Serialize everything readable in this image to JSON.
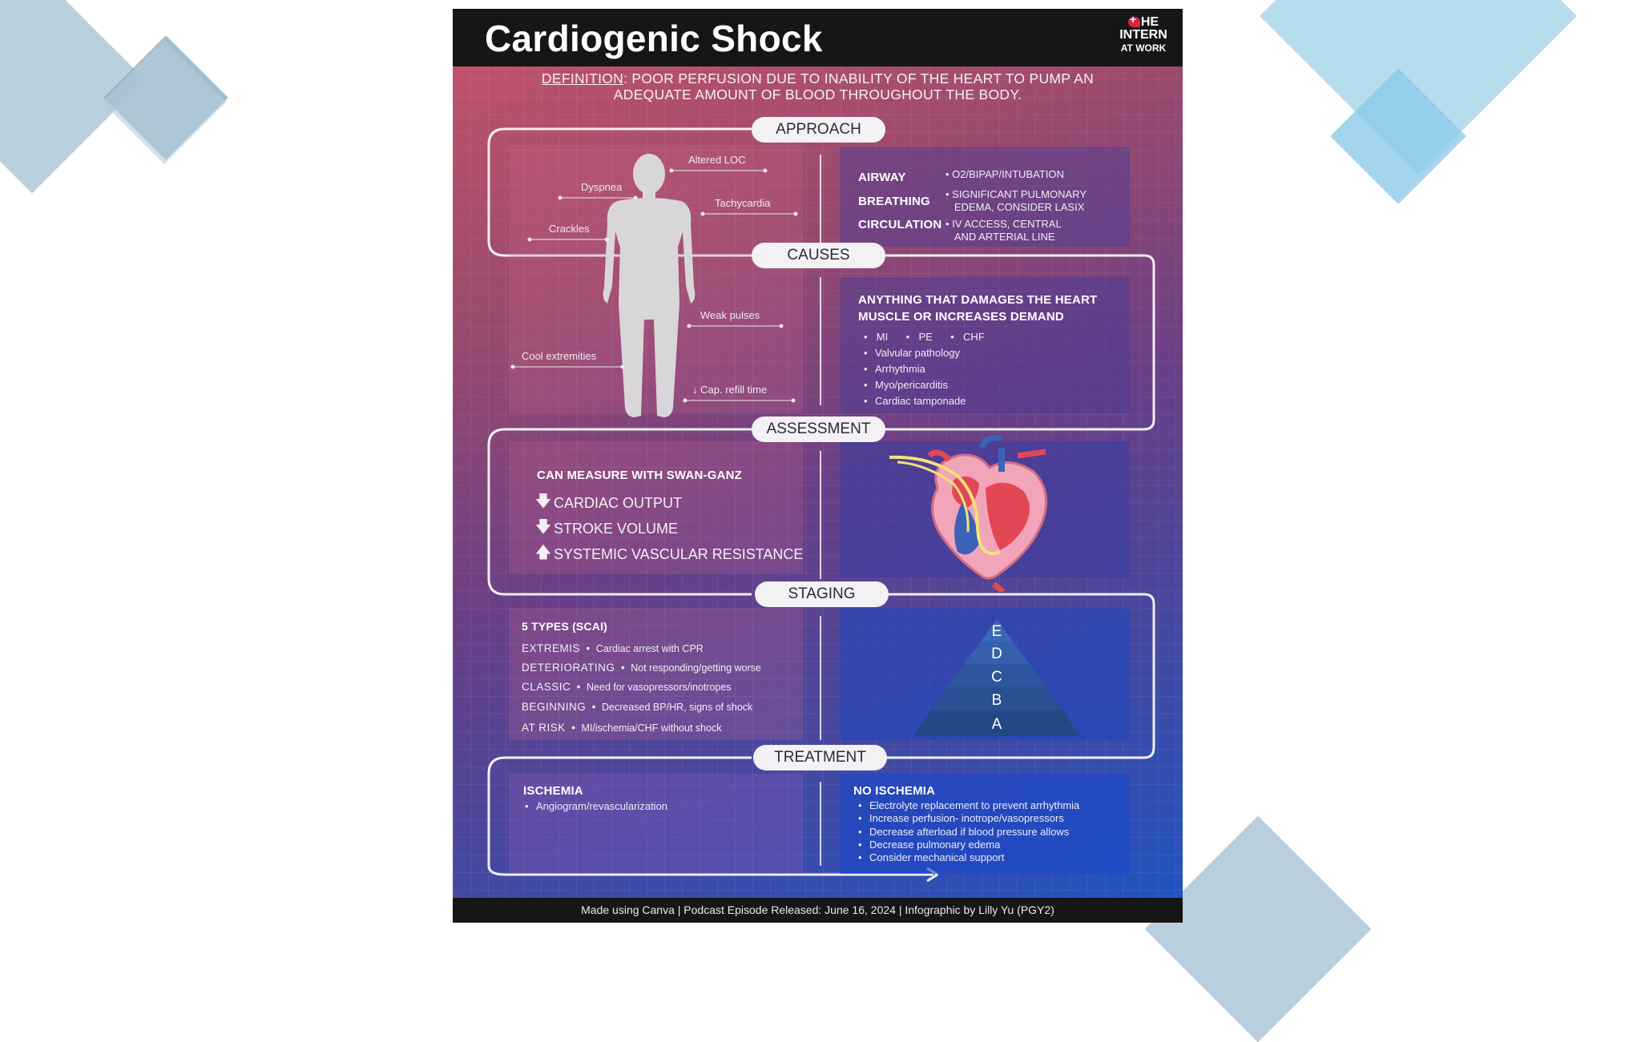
{
  "title": "Cardiogenic Shock",
  "logo": {
    "line1": "HE",
    "line2": "INTERN",
    "line3": "AT WORK"
  },
  "definition": {
    "label": "DEFINITION",
    "text": ": POOR PERFUSION DUE TO INABILITY OF THE HEART TO PUMP AN ADEQUATE AMOUNT OF BLOOD THROUGHOUT THE BODY."
  },
  "sections": {
    "approach": "APPROACH",
    "causes": "CAUSES",
    "assessment": "ASSESSMENT",
    "staging": "STAGING",
    "treatment": "TREATMENT"
  },
  "body_labels": {
    "altered_loc": "Altered LOC",
    "dyspnea": "Dyspnea",
    "tachycardia": "Tachycardia",
    "crackles": "Crackles",
    "weak_pulses": "Weak pulses",
    "cool_extremities": "Cool extremities",
    "cap_refill": "↓ Cap. refill time"
  },
  "abc": {
    "airway": "AIRWAY",
    "breathing": "BREATHING",
    "circulation": "CIRCULATION",
    "airway_detail": "O2/BIPAP/INTUBATION",
    "breathing_detail_1": "SIGNIFICANT PULMONARY",
    "breathing_detail_2": "EDEMA, CONSIDER LASIX",
    "circulation_detail_1": "IV ACCESS,  CENTRAL",
    "circulation_detail_2": "AND ARTERIAL LINE"
  },
  "causes": {
    "heading_1": "ANYTHING THAT DAMAGES THE HEART",
    "heading_2": "MUSCLE OR INCREASES DEMAND",
    "inline": [
      "MI",
      "PE",
      "CHF"
    ],
    "items": [
      "Valvular pathology",
      "Arrhythmia",
      "Myo/pericarditis",
      "Cardiac tamponade"
    ]
  },
  "assessment": {
    "heading": "CAN MEASURE WITH SWAN-GANZ",
    "items": [
      {
        "dir": "down",
        "label": "CARDIAC OUTPUT"
      },
      {
        "dir": "down",
        "label": "STROKE VOLUME"
      },
      {
        "dir": "up",
        "label": "SYSTEMIC VASCULAR RESISTANCE"
      }
    ]
  },
  "staging": {
    "heading": "5 TYPES (SCAI)",
    "rows": [
      {
        "name": "EXTREMIS",
        "detail": "Cardiac arrest with  CPR"
      },
      {
        "name": "DETERIORATING",
        "detail": "Not responding/getting worse"
      },
      {
        "name": "CLASSIC",
        "detail": "Need for vasopressors/inotropes"
      },
      {
        "name": "BEGINNING",
        "detail": "Decreased BP/HR, signs of shock"
      },
      {
        "name": "AT RISK",
        "detail": "MI/ischemia/CHF without shock"
      }
    ],
    "pyramid": [
      "E",
      "D",
      "C",
      "B",
      "A"
    ]
  },
  "treatment": {
    "ischemia_heading": "ISCHEMIA",
    "ischemia_items": [
      "Angiogram/revascularization"
    ],
    "no_ischemia_heading": "NO ISCHEMIA",
    "no_ischemia_items": [
      "Electrolyte replacement to prevent arrhythmia",
      "Increase perfusion- inotrope/vasopressors",
      "Decrease afterload if blood pressure allows",
      "Decrease pulmonary edema",
      "Consider mechanical support"
    ]
  },
  "footer": "Made using Canva  |  Podcast Episode Released: June 16, 2024 |  Infographic by Lilly Yu (PGY2)",
  "colors": {
    "header_bg": "#161616",
    "gradient_top": "#c65468",
    "gradient_bottom": "#1f55c4",
    "pill_bg": "#f3f1f4"
  }
}
